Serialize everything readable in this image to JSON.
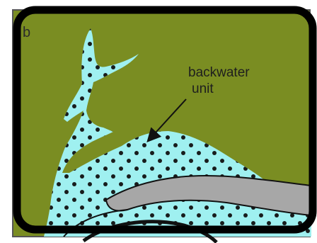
{
  "figure": {
    "panel_letter": "b",
    "label_line1": "backwater",
    "label_line2": "unit",
    "colors": {
      "floodplain": "#7a8d22",
      "channel_water": "#9ff0f0",
      "bar": "#a7a7a7",
      "outline": "#111111",
      "border": "#000000",
      "background": "#ffffff"
    },
    "icons": {
      "pointer": "arrow-icon",
      "stipple": "dot-pattern-icon"
    }
  }
}
